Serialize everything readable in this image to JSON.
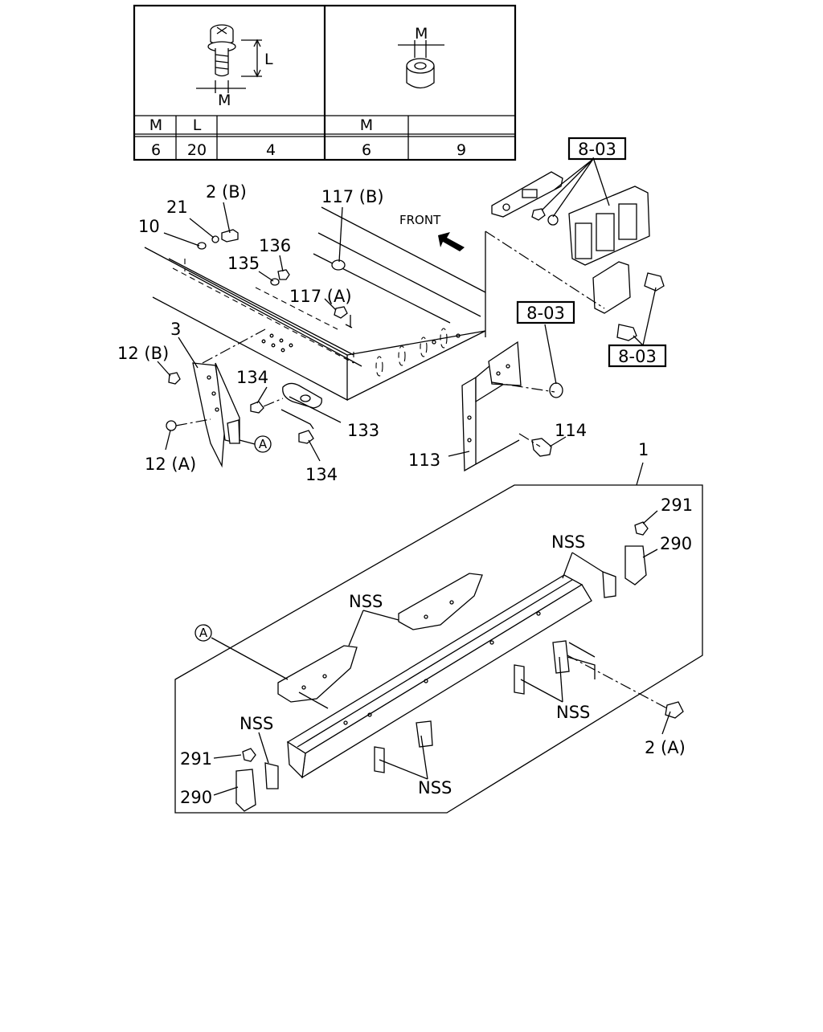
{
  "spec_table": {
    "left_headers": [
      "M",
      "L",
      ""
    ],
    "left_values": [
      "6",
      "20",
      "4"
    ],
    "right_headers": [
      "M",
      ""
    ],
    "right_values": [
      "6",
      "9"
    ],
    "bolt_dim_labels": [
      "L",
      "M"
    ],
    "nut_dim_label": "M"
  },
  "front_label": "FRONT",
  "callouts": {
    "ref_8_03_top": "8-03",
    "ref_8_03_mid": "8-03",
    "ref_8_03_right": "8-03",
    "p117b": "117 (B)",
    "p2b": "2 (B)",
    "p21": "21",
    "p10": "10",
    "p136": "136",
    "p135": "135",
    "p117a": "117 (A)",
    "p3": "3",
    "p12b": "12 (B)",
    "p134_top": "134",
    "p133": "133",
    "p134_bot": "134",
    "p12a": "12 (A)",
    "p113": "113",
    "p114": "114",
    "p1": "1",
    "p291_right": "291",
    "p290_right": "290",
    "nss_top_right": "NSS",
    "nss_mid": "NSS",
    "nss_right": "NSS",
    "nss_left": "NSS",
    "nss_bottom": "NSS",
    "p2a": "2 (A)",
    "p291_left": "291",
    "p290_left": "290",
    "marker_a_top": "A",
    "marker_a_bottom": "A"
  }
}
